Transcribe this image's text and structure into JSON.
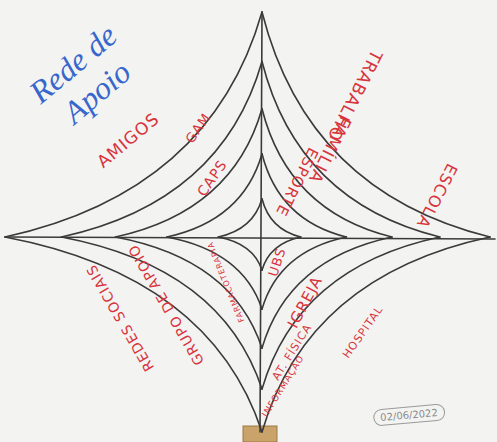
{
  "diagram": {
    "title": "Rede de Apoio",
    "labels": [
      "AMIGOS",
      "GAM",
      "CAPS",
      "TRABALHO",
      "FAMÍLIA",
      "ESPORTE",
      "ESCOLA",
      "REDES SOCIAIS",
      "GRUPO DE APOIO",
      "FARMACOTERAPIA",
      "UBS",
      "IGREJA",
      "AT. FÍSICA",
      "HOSPITAL",
      "INFORMAÇÃO",
      "02/06/2022"
    ]
  }
}
